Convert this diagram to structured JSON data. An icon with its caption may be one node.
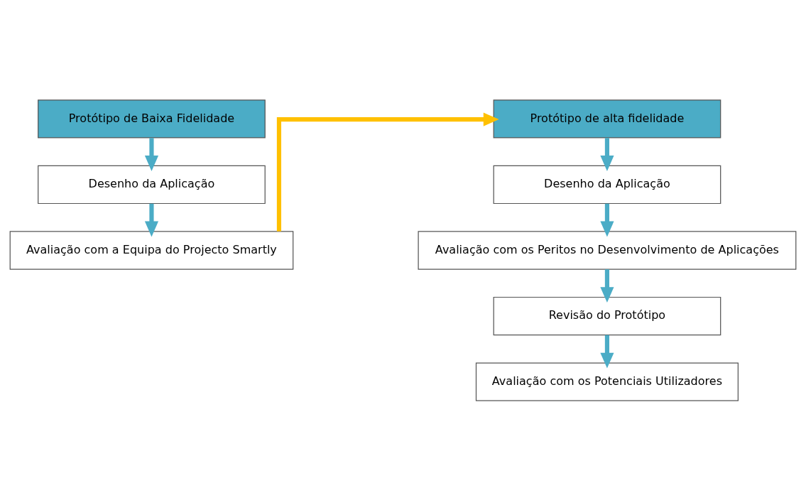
{
  "diagram": {
    "nodes": [
      {
        "text": [
          "Protótipo de Baixa Fidelidade"
        ]
      },
      {
        "text": [
          "Desenho da Aplicação"
        ]
      },
      {
        "text": [
          "Avaliação com a Equipa do Projecto Smartly"
        ]
      },
      {
        "text": [
          "Protótipo de alta fidelidade"
        ]
      },
      {
        "text": [
          "Desenho da Aplicação"
        ]
      },
      {
        "text": [
          "Avaliação com os Peritos no Desenvolvimento de Aplicações"
        ]
      },
      {
        "text": [
          "Revisão do Protótipo"
        ]
      },
      {
        "text": [
          "Avaliação com os Potenciais Utilizadores"
        ]
      }
    ],
    "edges": [
      {
        "from": 0,
        "to": 1,
        "arrow": "to"
      },
      {
        "from": 1,
        "to": 2,
        "arrow": "to"
      },
      {
        "from": 2,
        "to": 3,
        "arrow": "to",
        "color": "#ffc000"
      },
      {
        "from": 3,
        "to": 4,
        "arrow": "to"
      },
      {
        "from": 4,
        "to": 5,
        "arrow": "to"
      },
      {
        "from": 5,
        "to": 6,
        "arrow": "to"
      },
      {
        "from": 6,
        "to": 7,
        "arrow": "to"
      }
    ]
  }
}
